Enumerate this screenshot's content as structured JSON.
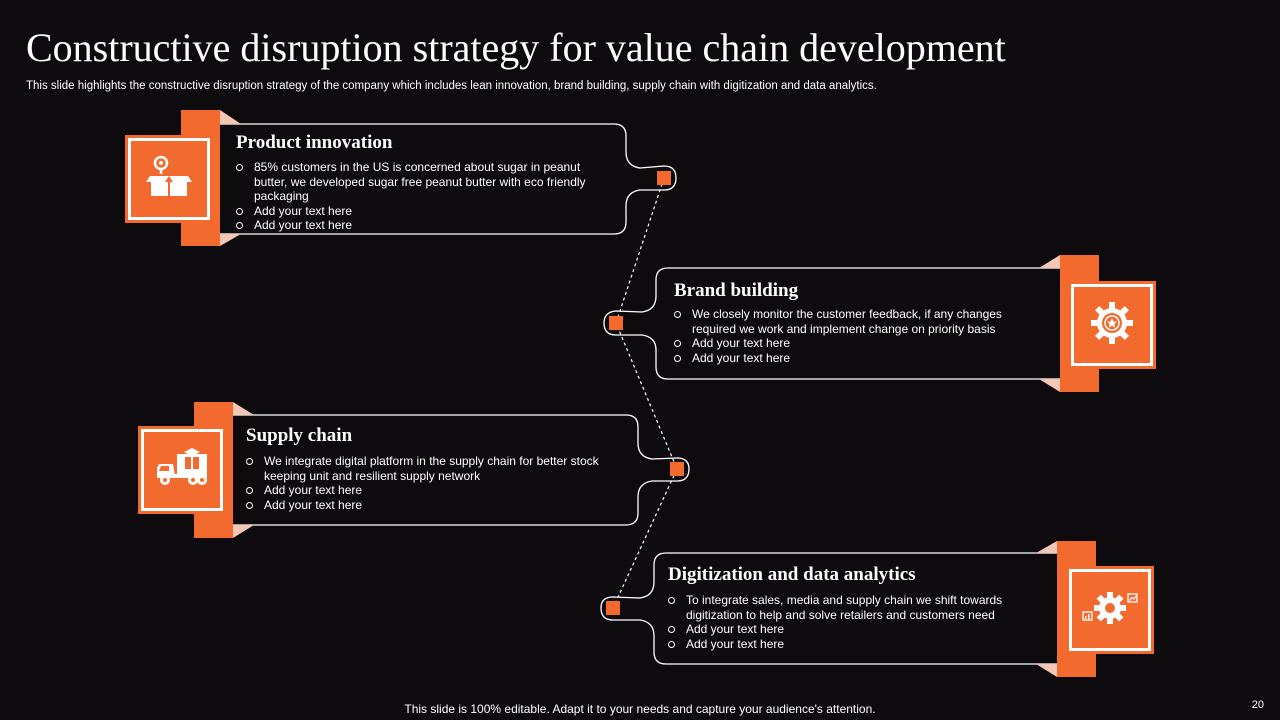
{
  "title": "Constructive disruption strategy for value chain development",
  "subtitle": "This slide highlights the constructive disruption strategy of the company which includes lean innovation, brand building, supply chain with digitization and data analytics.",
  "colors": {
    "accent": "#f26a2e",
    "background": "#0e0b0f",
    "tab_light": "#f4c7b4"
  },
  "cards": [
    {
      "title": "Product innovation",
      "icon": "product-box-icon",
      "bullets": [
        "85% customers in the US is concerned about sugar in peanut butter, we developed sugar free peanut butter with eco friendly packaging",
        "Add your text here",
        "Add your text here"
      ]
    },
    {
      "title": "Brand building",
      "icon": "brand-badge-icon",
      "bullets": [
        "We closely monitor the customer feedback, if any changes required we work and implement change on priority basis",
        "Add your text here",
        "Add your text here"
      ]
    },
    {
      "title": "Supply  chain",
      "icon": "delivery-truck-icon",
      "bullets": [
        "We integrate digital platform in the supply chain for better stock keeping unit and resilient supply network",
        "Add your text here",
        "Add your text here"
      ]
    },
    {
      "title": "Digitization  and data analytics",
      "icon": "analytics-gear-icon",
      "bullets": [
        "To integrate sales, media and supply chain we shift towards digitization to help and solve retailers and customers need",
        "Add your text here",
        "Add your text here"
      ]
    }
  ],
  "footer": "This slide is 100% editable. Adapt it to your needs and capture your audience's attention.",
  "page_number": "20"
}
